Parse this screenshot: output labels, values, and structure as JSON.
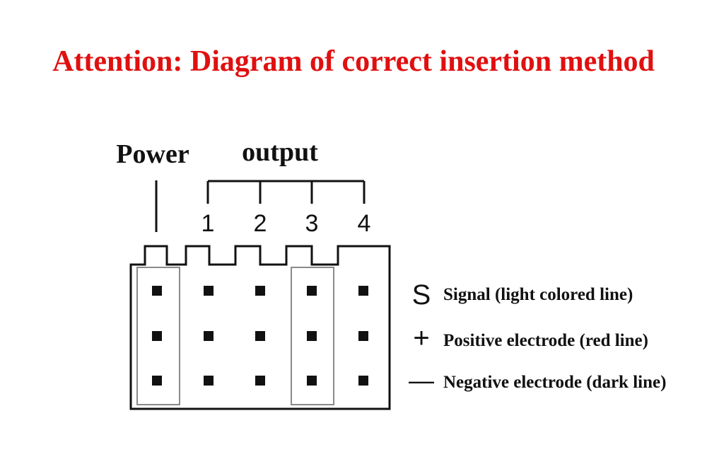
{
  "title": "Attention: Diagram of correct insertion method",
  "colors": {
    "title": "#e01010",
    "ink": "#111111",
    "group_outline": "#8a8a8a"
  },
  "labels": {
    "power": "Power",
    "output": "output",
    "channels": [
      "1",
      "2",
      "3",
      "4"
    ]
  },
  "legend": [
    {
      "symbol": "S",
      "text": "Signal (light colored line)"
    },
    {
      "symbol": "+",
      "text": "Positive electrode (red line)"
    },
    {
      "symbol": "—",
      "text": "Negative electrode (dark line)"
    }
  ],
  "connector": {
    "columns": 5,
    "rows": 3,
    "highlighted_columns": [
      1,
      4
    ]
  }
}
